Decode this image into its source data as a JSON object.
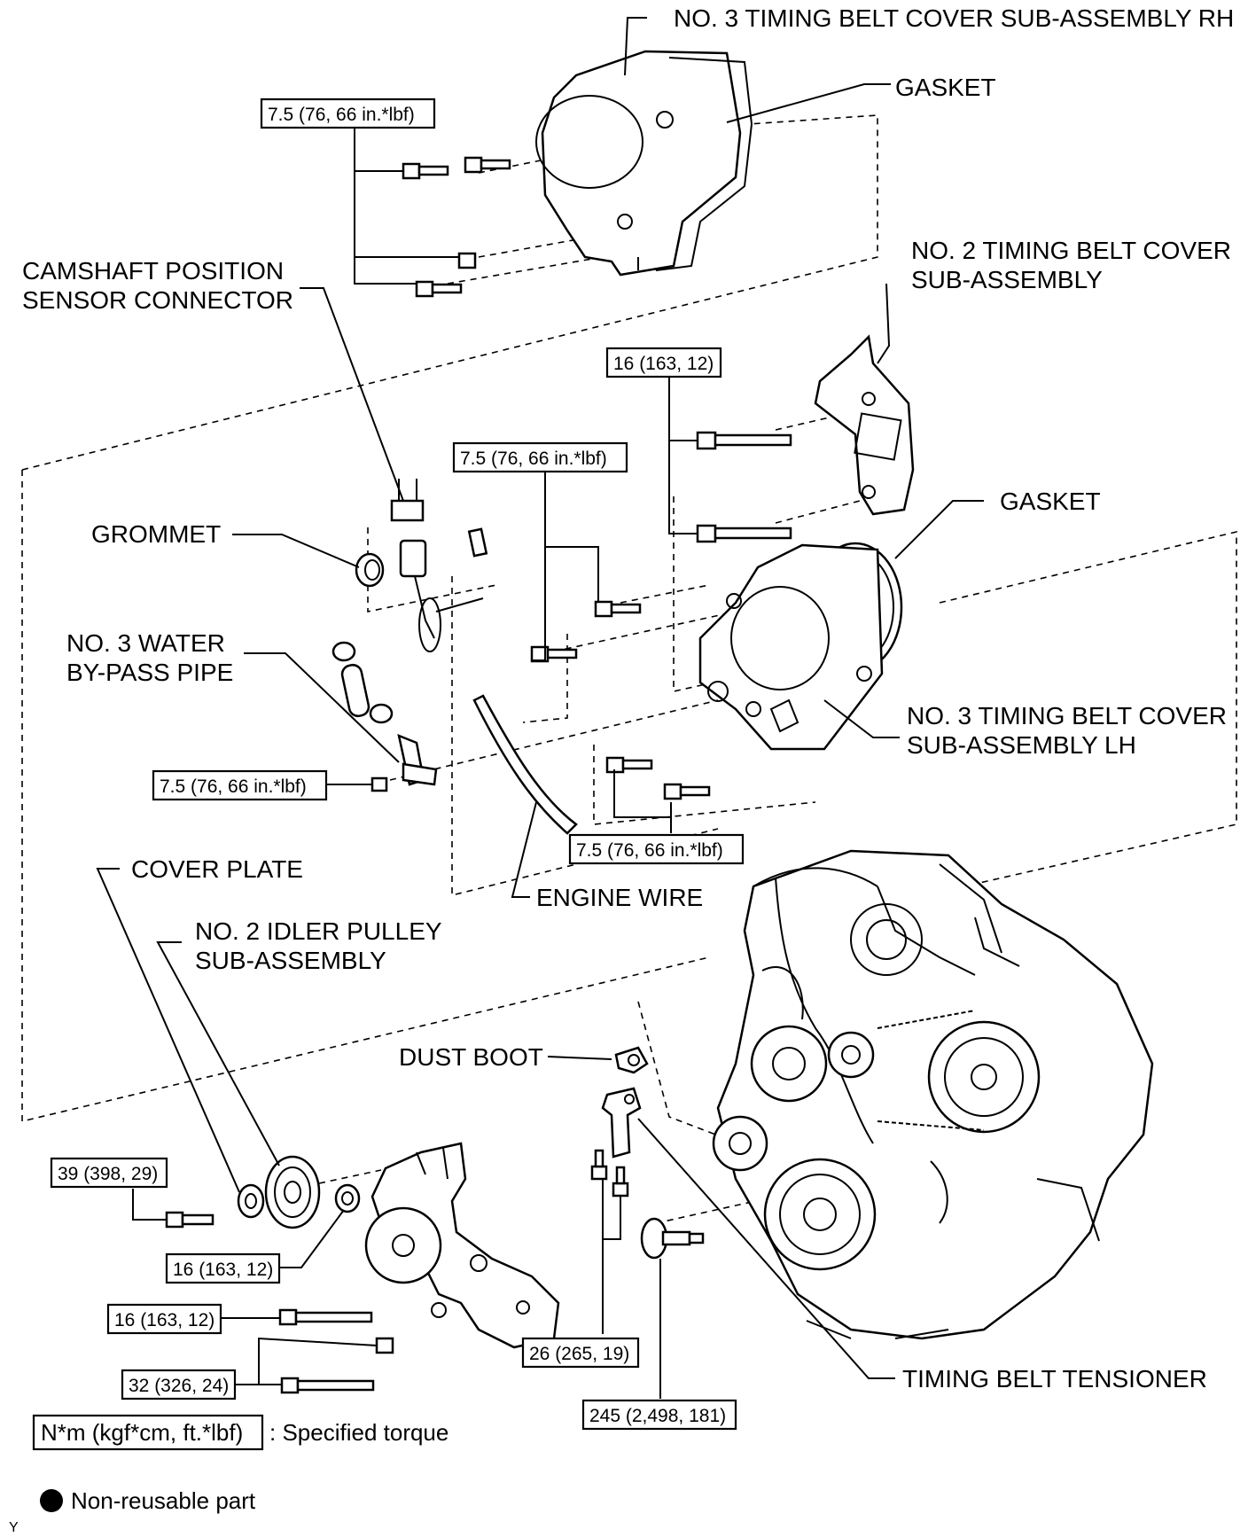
{
  "labels": {
    "cover_rh": "NO. 3 TIMING BELT COVER SUB-ASSEMBLY RH",
    "gasket_top": "GASKET",
    "camshaft_line1": "CAMSHAFT POSITION",
    "camshaft_line2": "SENSOR CONNECTOR",
    "cover_no2_line1": "NO. 2 TIMING BELT COVER",
    "cover_no2_line2": "SUB-ASSEMBLY",
    "gasket_mid": "GASKET",
    "grommet": "GROMMET",
    "water_pipe_line1": "NO. 3 WATER",
    "water_pipe_line2": "BY-PASS PIPE",
    "cover_lh_line1": "NO. 3 TIMING BELT COVER",
    "cover_lh_line2": "SUB-ASSEMBLY LH",
    "cover_plate": "COVER PLATE",
    "engine_wire": "ENGINE WIRE",
    "idler_line1": "NO. 2 IDLER PULLEY",
    "idler_line2": "SUB-ASSEMBLY",
    "dust_boot": "DUST BOOT",
    "tensioner": "TIMING BELT TENSIONER"
  },
  "torque": {
    "t_cover_rh": "7.5 (76, 66 in.*lbf)",
    "t_cover_no2": "16 (163, 12)",
    "t_cover_lh_upper": "7.5 (76, 66 in.*lbf)",
    "t_water_pipe": "7.5 (76, 66 in.*lbf)",
    "t_cover_lh_lower": "7.5 (76, 66 in.*lbf)",
    "t_pulley_bolt": "39 (398, 29)",
    "t_idler_nut": "16 (163, 12)",
    "t_bracket_bolt": "16 (163, 12)",
    "t_bracket_long": "32 (326, 24)",
    "t_tensioner": "26 (265, 19)",
    "t_crank": "245 (2,498, 181)"
  },
  "legend": {
    "torque_unit": "N*m (kgf*cm, ft.*lbf)",
    "torque_desc": ": Specified torque",
    "non_reusable": "Non-reusable part"
  },
  "corner_mark": "Y"
}
